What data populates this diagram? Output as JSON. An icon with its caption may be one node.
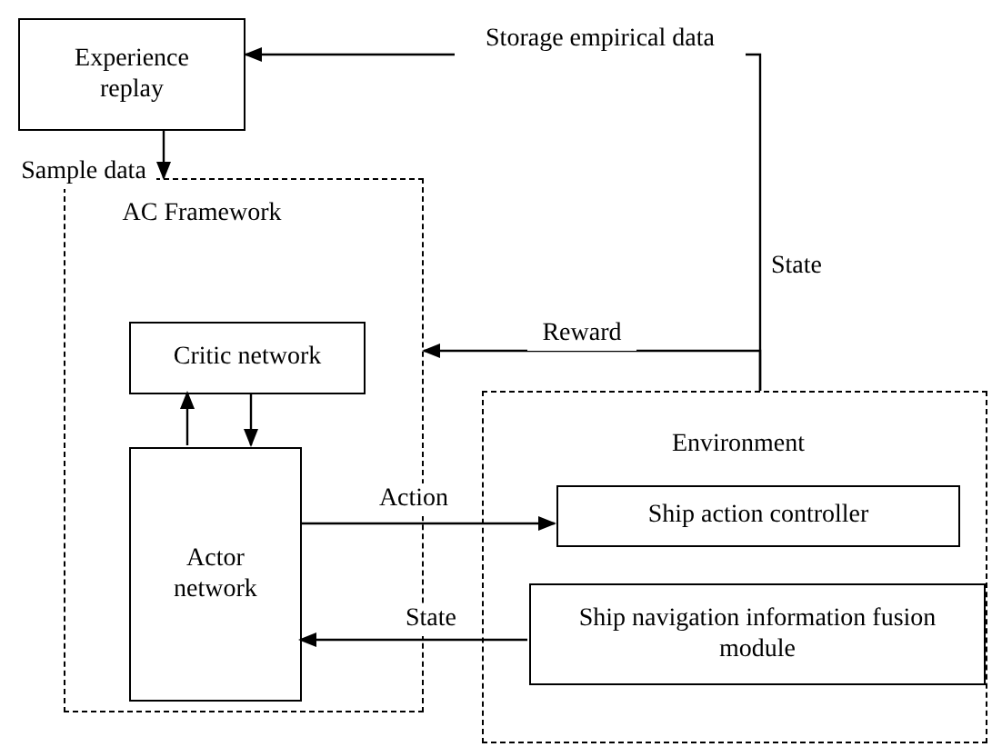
{
  "diagram": {
    "nodes": [
      {
        "text": [
          "Experience replay"
        ]
      },
      {
        "text": [
          "AC Framework"
        ]
      },
      {
        "text": [
          "Critic network"
        ],
        "in": 1
      },
      {
        "text": [
          "Actor network"
        ],
        "in": 1
      },
      {
        "text": [
          "Environment"
        ]
      },
      {
        "text": [
          "Ship action controller"
        ],
        "in": 4
      },
      {
        "text": [
          "Ship navigation information fusion module"
        ],
        "in": 4
      }
    ],
    "edges": [
      {
        "from": 0,
        "to": 1,
        "arrow": "to",
        "label": "Sample data"
      },
      {
        "from": 4,
        "to": 0,
        "arrow": "to",
        "label": "Storage empirical data"
      },
      {
        "from": 4,
        "to": 1,
        "arrow": "to",
        "label": "Reward"
      },
      {
        "from": 3,
        "to": 2,
        "arrow": "to"
      },
      {
        "from": 2,
        "to": 3,
        "arrow": "to"
      },
      {
        "from": 3,
        "to": 5,
        "arrow": "to",
        "label": "Action"
      },
      {
        "from": 6,
        "to": 3,
        "arrow": "to",
        "label": "State"
      }
    ],
    "labels": [
      "State"
    ]
  }
}
